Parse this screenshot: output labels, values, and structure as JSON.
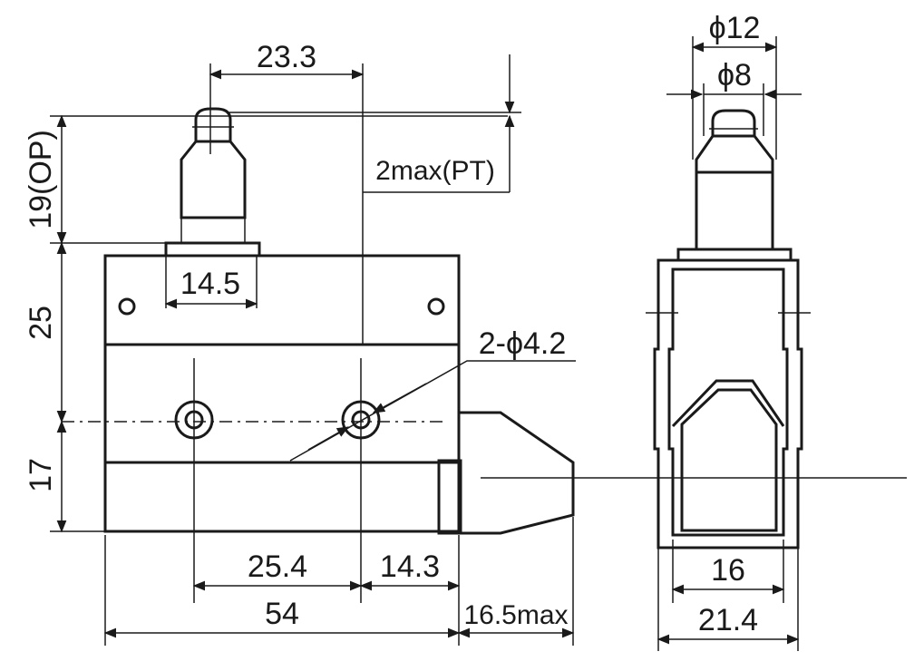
{
  "front_view": {
    "dim_plunger_offset": "23.3",
    "dim_pretravel": "2max(PT)",
    "dim_operating_position": "19(OP)",
    "dim_body_top": "25",
    "dim_body_bottom": "17",
    "dim_plunger_base": "14.5",
    "dim_mount_holes": "2-ϕ4.2",
    "dim_hole_pitch": "25.4",
    "dim_hole_to_edge": "14.3",
    "dim_overall_width": "54",
    "dim_cap_length": "16.5max"
  },
  "side_view": {
    "dim_outer_diameter": "ϕ12",
    "dim_inner_diameter": "ϕ8",
    "dim_inner_width": "16",
    "dim_outer_width": "21.4"
  }
}
